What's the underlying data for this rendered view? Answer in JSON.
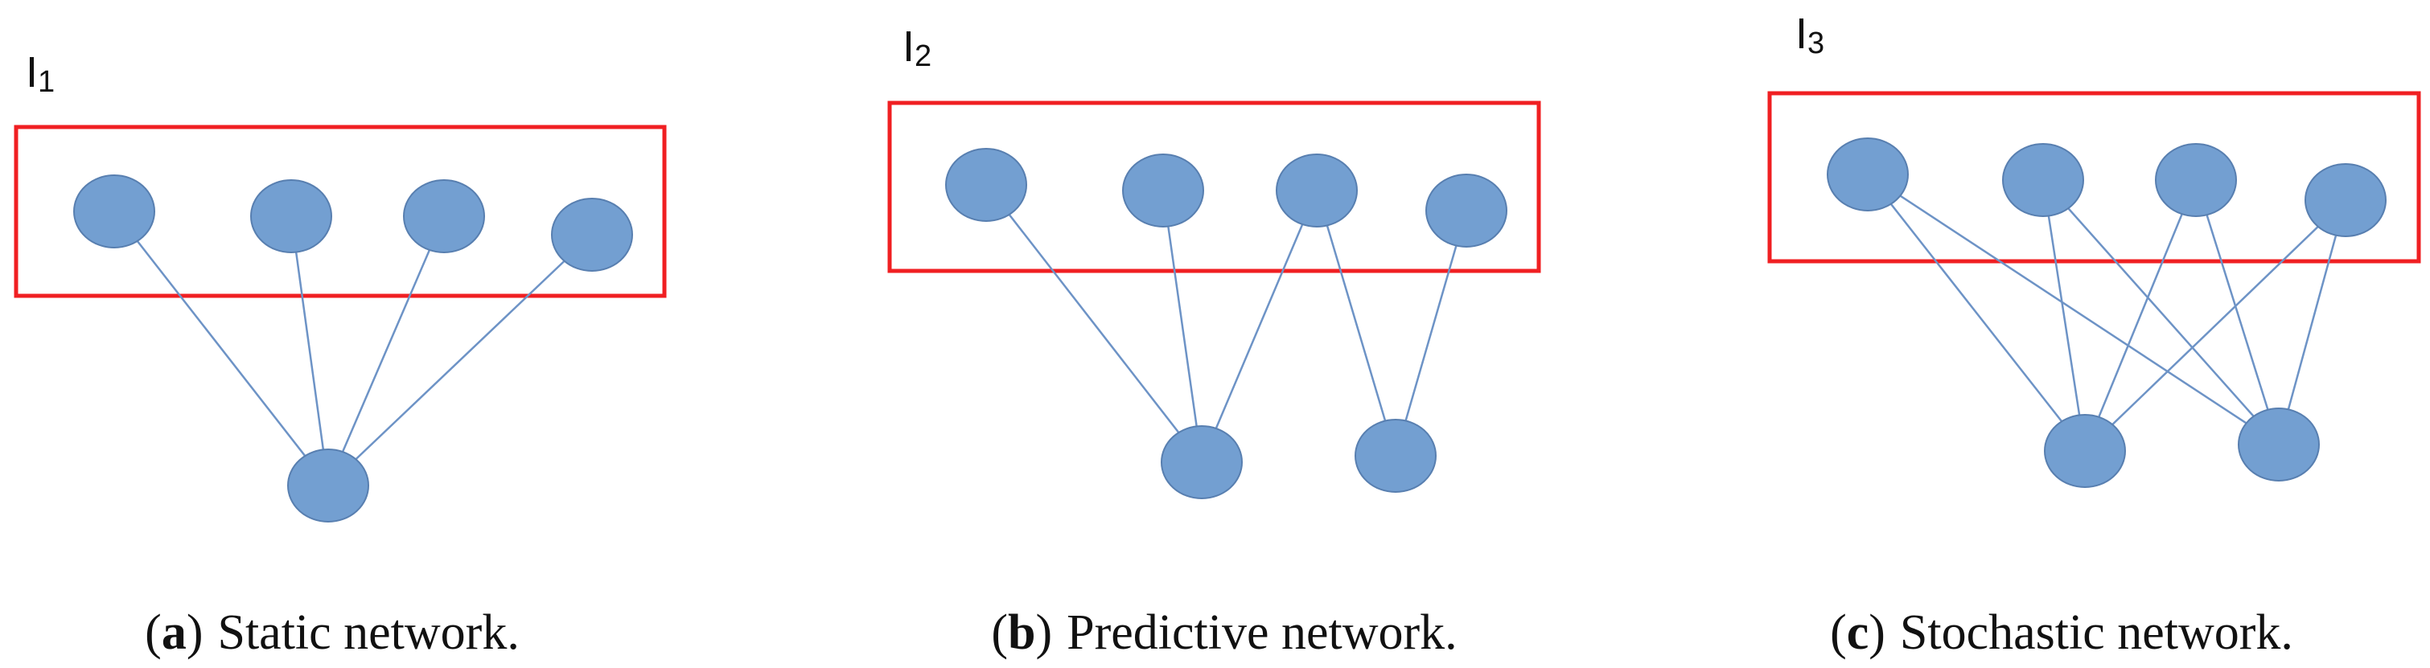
{
  "colors": {
    "node_fill": "#739fd1",
    "edge": "#6d93c6",
    "frame": "#f01f22"
  },
  "panels": [
    {
      "id": "a",
      "label": "I",
      "label_sub": "1",
      "caption_open": "(",
      "caption_letter": "a",
      "caption_close": ")",
      "caption_text": "Static network."
    },
    {
      "id": "b",
      "label": "I",
      "label_sub": "2",
      "caption_open": "(",
      "caption_letter": "b",
      "caption_close": ")",
      "caption_text": "Predictive network."
    },
    {
      "id": "c",
      "label": "I",
      "label_sub": "3",
      "caption_open": "(",
      "caption_letter": "c",
      "caption_close": ")",
      "caption_text": "Stochastic network."
    }
  ]
}
